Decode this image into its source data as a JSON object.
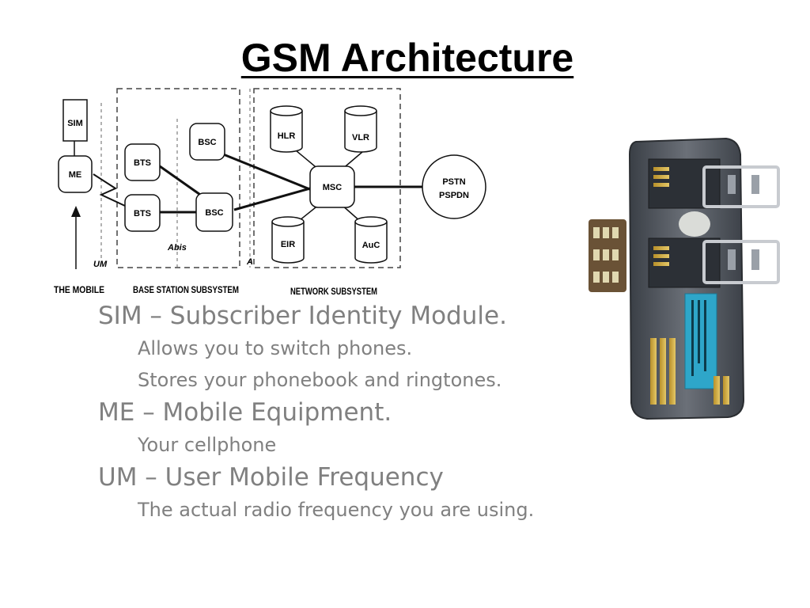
{
  "slide": {
    "title": "GSM Architecture"
  },
  "diagram": {
    "nodes": {
      "sim": "SIM",
      "me": "ME",
      "bts1": "BTS",
      "bts2": "BTS",
      "bsc1": "BSC",
      "bsc2": "BSC",
      "msc": "MSC",
      "hlr": "HLR",
      "vlr": "VLR",
      "eir": "EIR",
      "auc": "AuC",
      "pstn1": "PSTN",
      "pstn2": "PSPDN"
    },
    "interfaces": {
      "um": "UM",
      "abis": "Abis",
      "a": "A"
    },
    "sections": {
      "mobile": "THE MOBILE",
      "bss": "BASE STATION SUBSYSTEM",
      "nss": "NETWORK SUBSYSTEM"
    }
  },
  "bullets": [
    {
      "text": "SIM – Subscriber Identity Module.",
      "sub": [
        "Allows you to switch phones.",
        "Stores your phonebook and ringtones."
      ]
    },
    {
      "text": "ME – Mobile Equipment.",
      "sub": [
        "Your cellphone"
      ]
    },
    {
      "text": "UM – User Mobile Frequency",
      "sub": [
        "The actual radio frequency you are using."
      ]
    }
  ]
}
